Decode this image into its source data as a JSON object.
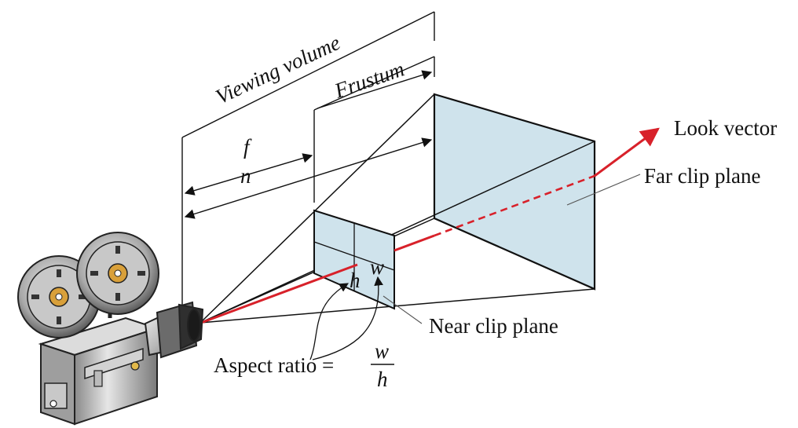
{
  "labels": {
    "viewing_volume": "Viewing volume",
    "frustum": "Frustum",
    "f": "f",
    "n": "n",
    "look_vector": "Look vector",
    "far_clip_plane": "Far clip plane",
    "near_clip_plane": "Near clip plane",
    "w": "w",
    "h": "h",
    "aspect_ratio_prefix": "Aspect ratio =",
    "aspect_num": "w",
    "aspect_den": "h"
  },
  "colors": {
    "look_vector": "#d8212a",
    "plane_fill": "#cfe3ec",
    "line": "#111111"
  },
  "icons": [
    "movie-camera-icon"
  ]
}
